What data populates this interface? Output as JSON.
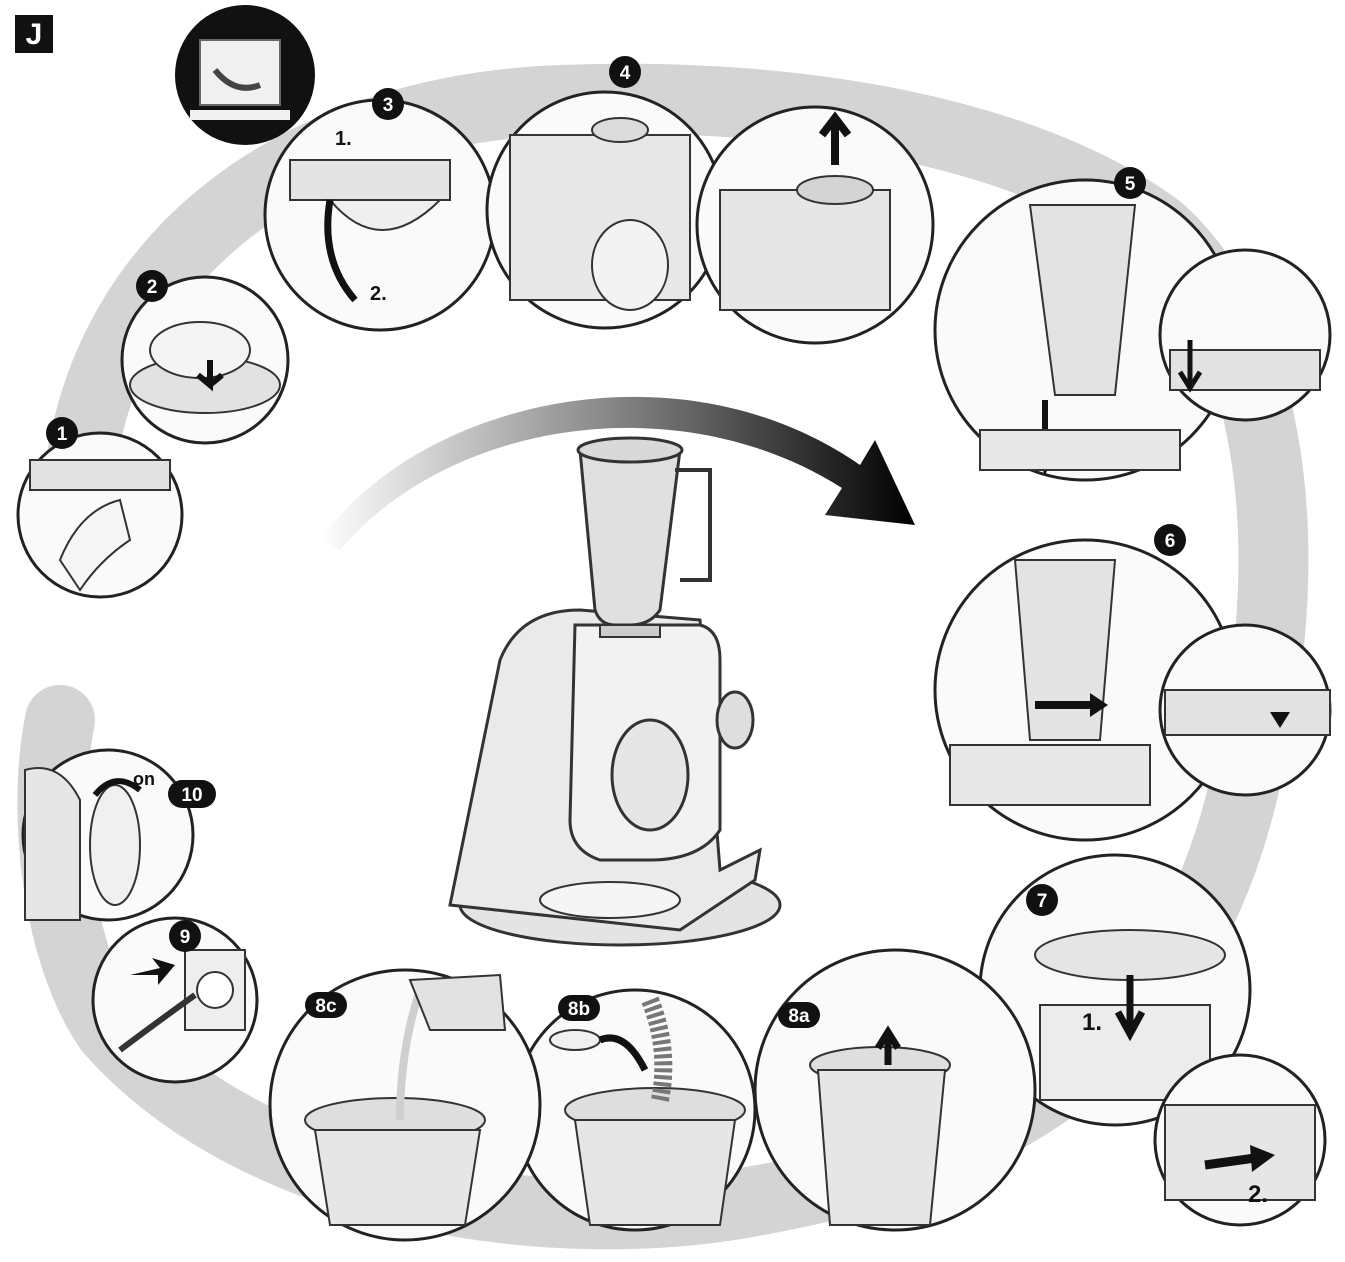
{
  "section_label": "J",
  "steps": [
    {
      "id": "step-1",
      "label": "1"
    },
    {
      "id": "step-2",
      "label": "2"
    },
    {
      "id": "step-3",
      "label": "3"
    },
    {
      "id": "step-4",
      "label": "4"
    },
    {
      "id": "step-5",
      "label": "5"
    },
    {
      "id": "step-6",
      "label": "6"
    },
    {
      "id": "step-7",
      "label": "7"
    },
    {
      "id": "step-8a",
      "label": "8a"
    },
    {
      "id": "step-8b",
      "label": "8b"
    },
    {
      "id": "step-8c",
      "label": "8c"
    },
    {
      "id": "step-9",
      "label": "9"
    },
    {
      "id": "step-10",
      "label": "10"
    }
  ],
  "callouts": {
    "step3_sub1": "1.",
    "step3_sub2": "2.",
    "step7_sub1": "1.",
    "step7_sub2": "2.",
    "step10_on": "on"
  },
  "colors": {
    "ring": "#d4d4d4",
    "badge": "#111111",
    "line": "#333333",
    "appliance": "#e9e9e9",
    "jar": "#dcdcdc"
  }
}
